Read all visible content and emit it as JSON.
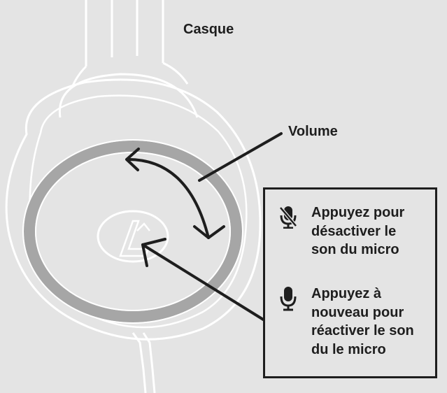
{
  "labels": {
    "headset": "Casque",
    "volume": "Volume",
    "mute_instruction": "Appuyez pour\ndésactiver le\nson du micro",
    "unmute_instruction": "Appuyez à\nnouveau pour\nréactiver le son\ndu le micro"
  },
  "icons": {
    "muted": "microphone-muted-icon",
    "active": "microphone-icon"
  },
  "colors": {
    "background": "#e4e4e4",
    "ink": "#1e1e1e",
    "outline": "#ffffff",
    "ring": "#a6a6a6"
  }
}
